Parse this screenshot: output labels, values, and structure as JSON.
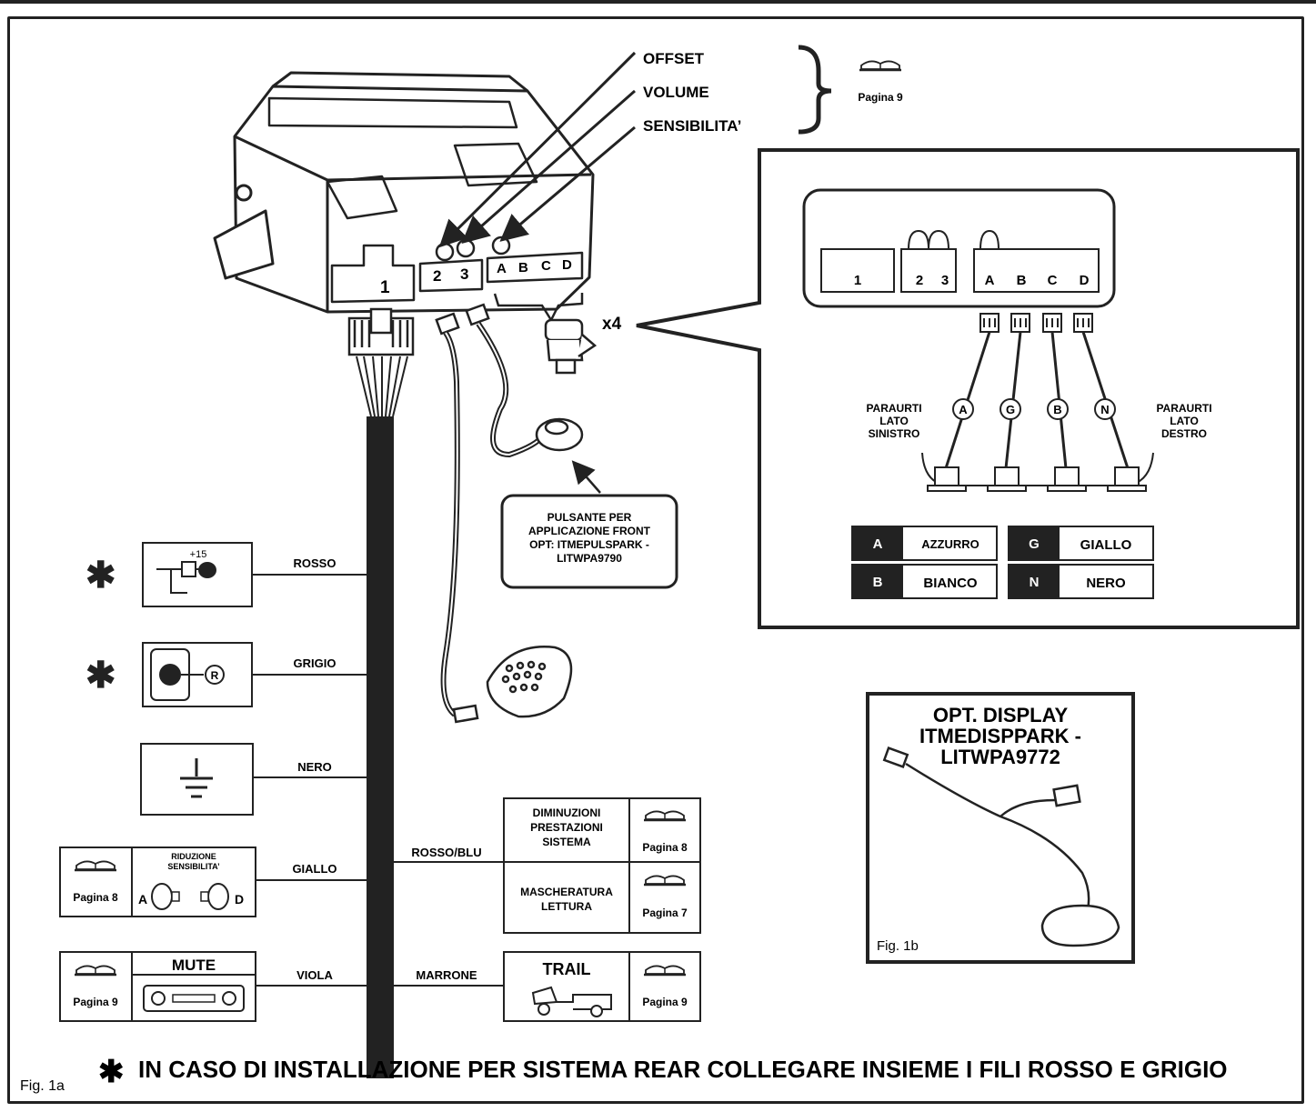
{
  "settings": {
    "offset": "OFFSET",
    "volume": "VOLUME",
    "sensibilita": "SENSIBILITA’",
    "pagina": "Pagina 9"
  },
  "connector": {
    "p1": "1",
    "p2": "2",
    "p3": "3",
    "a": "A",
    "b": "B",
    "c": "C",
    "d": "D"
  },
  "sensors": {
    "qty": "x4"
  },
  "button_callout": [
    "PULSANTE PER",
    "APPLICAZIONE FRONT",
    "OPT: ITMEPULSPARK -",
    "LITWPA9790"
  ],
  "bumper": {
    "left": [
      "PARAURTI",
      "LATO",
      "SINISTRO"
    ],
    "right": [
      "PARAURTI",
      "LATO",
      "DESTRO"
    ],
    "wire_letters": [
      "A",
      "G",
      "B",
      "N"
    ]
  },
  "legend": [
    {
      "code": "A",
      "name": "AZZURRO"
    },
    {
      "code": "G",
      "name": "GIALLO"
    },
    {
      "code": "B",
      "name": "BIANCO"
    },
    {
      "code": "N",
      "name": "NERO"
    }
  ],
  "wires_left": {
    "ignition": {
      "label": "+15",
      "wire": "ROSSO"
    },
    "reverse": {
      "gear": "R",
      "wire": "GRIGIO"
    },
    "ground": {
      "wire": "NERO"
    },
    "riduzione": {
      "title": [
        "RIDUZIONE",
        "SENSIBILITA’"
      ],
      "pagina": "Pagina 8",
      "a": "A",
      "d": "D",
      "wire": "GIALLO"
    },
    "mute": {
      "title": "MUTE",
      "pagina": "Pagina 9",
      "wire": "VIOLA"
    }
  },
  "wires_right": {
    "rosso_blu": "ROSSO/BLU",
    "diminuzioni": {
      "title": [
        "DIMINUZIONI",
        "PRESTAZIONI",
        "SISTEMA"
      ],
      "pagina": "Pagina 8"
    },
    "mascheratura": {
      "title": [
        "MASCHERATURA",
        "LETTURA"
      ],
      "pagina": "Pagina 7"
    },
    "marrone": "MARRONE",
    "trail": {
      "title": "TRAIL",
      "pagina": "Pagina 9"
    }
  },
  "display": {
    "title": [
      "OPT. DISPLAY",
      "ITMEDISPPARK -",
      "LITWPA9772"
    ],
    "fig": "Fig. 1b"
  },
  "footer": {
    "star": "✱",
    "fig": "Fig. 1a",
    "note": "IN CASO DI INSTALLAZIONE  PER SISTEMA REAR COLLEGARE INSIEME I FILI ROSSO E GRIGIO"
  },
  "colors": {
    "ink": "#222222",
    "legend_dark": "#222222",
    "bg": "#ffffff"
  }
}
